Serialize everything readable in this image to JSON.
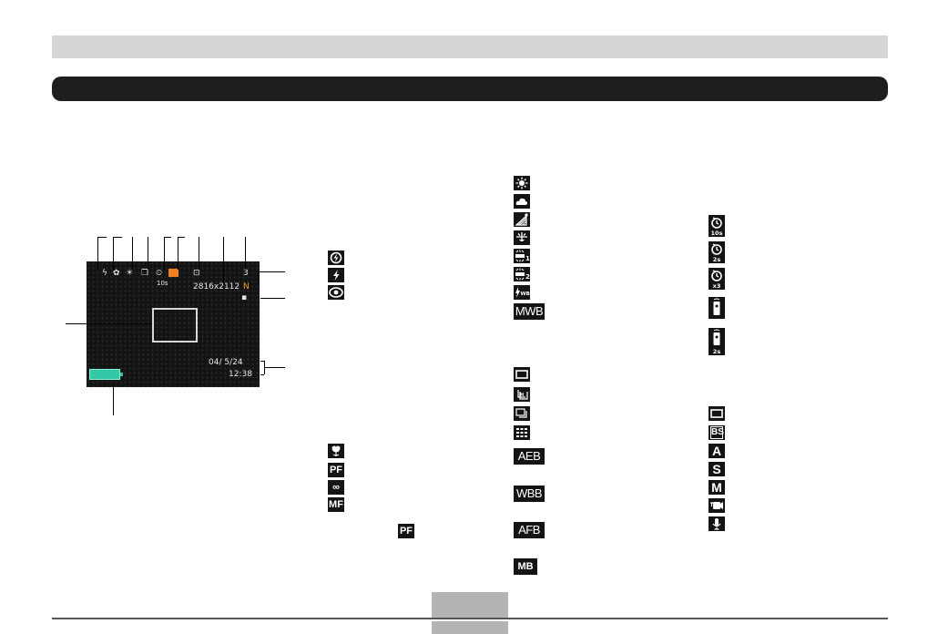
{
  "monitor": {
    "image_size": "2816x2112",
    "quality_flag": "N",
    "shots_remaining": "3",
    "self_timer_label": "10s",
    "date": "04/ 5/24",
    "time": "12:38"
  },
  "icons": {
    "flash": [
      "flash-off-icon",
      "flash-on-icon",
      "red-eye-icon"
    ],
    "focus": [
      "macro-icon",
      "pan-focus-icon",
      "infinity-icon",
      "manual-focus-icon"
    ],
    "focus_inline": "PF",
    "white_balance": [
      "daylight-icon",
      "overcast-icon",
      "shade-icon",
      "tungsten-icon",
      "fluorescent-1-icon",
      "fluorescent-2-icon",
      "flash-wb-icon"
    ],
    "white_balance_text": "MWB",
    "drive": [
      "single-shot-icon",
      "high-speed-continuous-icon",
      "continuous-icon",
      "multi-continuous-icon"
    ],
    "bracketing": [
      "AEB",
      "WBB",
      "AFB",
      "MB"
    ],
    "self_timer": [
      "10s",
      "2s",
      "x3"
    ],
    "remote": [
      "remote-icon",
      "remote-2s-icon"
    ],
    "remote_label": "2s",
    "modes": [
      "snapshot-icon",
      "BS",
      "A",
      "S",
      "M",
      "movie-icon",
      "voice-icon"
    ]
  }
}
